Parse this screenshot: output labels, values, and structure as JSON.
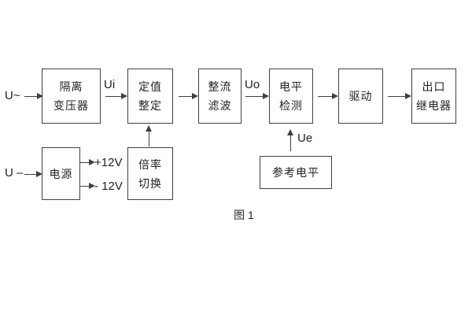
{
  "figure": {
    "caption": "图 1",
    "inputs": {
      "ac": "U~",
      "dc": "U –"
    },
    "signals": {
      "ui": "Ui",
      "uo": "Uo",
      "ue": "Ue",
      "plus12v": "+12V",
      "minus12v": "- 12V"
    },
    "blocks": {
      "isolation_transformer": {
        "line1": "隔离",
        "line2": "变压器"
      },
      "setting_adjust": {
        "line1": "定值",
        "line2": "整定"
      },
      "rectifier_filter": {
        "line1": "整流",
        "line2": "滤波"
      },
      "level_detect": {
        "line1": "电平",
        "line2": "检测"
      },
      "drive": {
        "line1": "驱动"
      },
      "output_relay": {
        "line1": "出口",
        "line2": "继电器"
      },
      "power_supply": {
        "line1": "电源"
      },
      "ratio_switch": {
        "line1": "倍率",
        "line2": "切换"
      },
      "reference_level": {
        "line1": "参考电平"
      }
    },
    "line_color": "#404040"
  }
}
